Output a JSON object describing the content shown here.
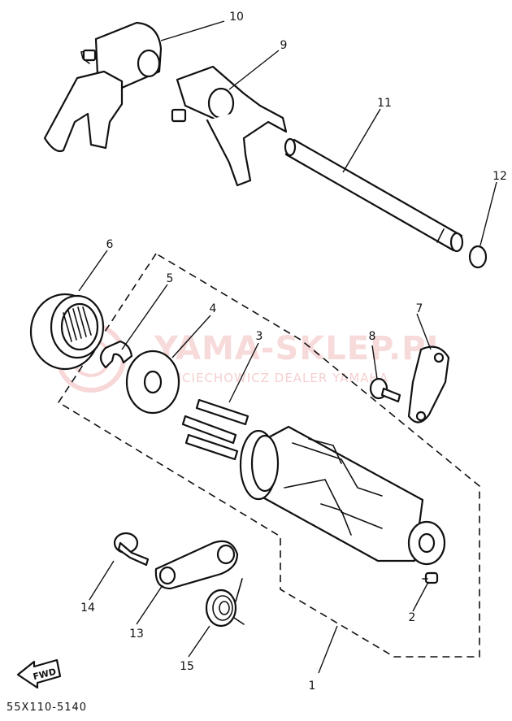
{
  "diagram": {
    "part_numbers": [
      "1",
      "2",
      "3",
      "4",
      "5",
      "6",
      "7",
      "8",
      "9",
      "10",
      "11",
      "12",
      "13",
      "14",
      "15"
    ],
    "catalog_code": "55X110-5140",
    "direction_marker": "FWD"
  },
  "watermark": {
    "title": "YAMA-SKLEP.PL",
    "subtitle": "WOJCIECHOWICZ DEALER YAMAHA"
  }
}
